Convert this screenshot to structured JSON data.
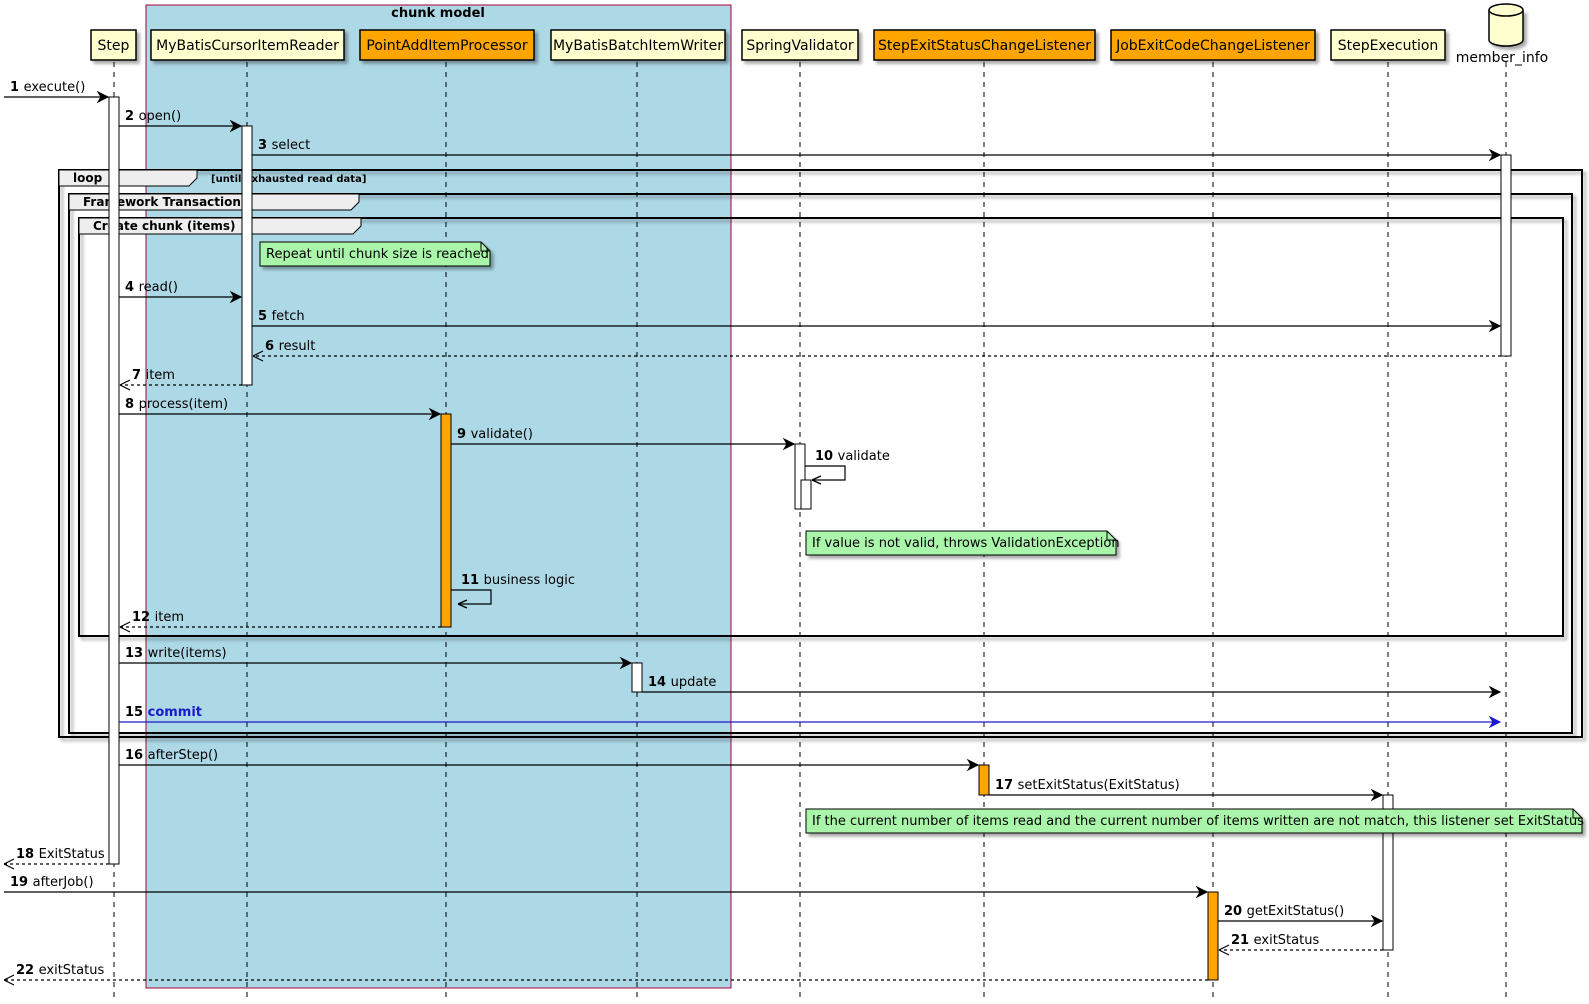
{
  "group": {
    "title": "chunk model",
    "color": "#add8e6",
    "border": "#a80036"
  },
  "participants": [
    {
      "id": "step",
      "label": "Step",
      "fill": "#fefece"
    },
    {
      "id": "reader",
      "label": "MyBatisCursorItemReader",
      "fill": "#fefece"
    },
    {
      "id": "processor",
      "label": "PointAddItemProcessor",
      "fill": "#ffa500"
    },
    {
      "id": "writer",
      "label": "MyBatisBatchItemWriter",
      "fill": "#fefece"
    },
    {
      "id": "validator",
      "label": "SpringValidator",
      "fill": "#fefece"
    },
    {
      "id": "stepListener",
      "label": "StepExitStatusChangeListener",
      "fill": "#ffa500"
    },
    {
      "id": "jobListener",
      "label": "JobExitCodeChangeListener",
      "fill": "#ffa500"
    },
    {
      "id": "stepExecution",
      "label": "StepExecution",
      "fill": "#fefece"
    },
    {
      "id": "db",
      "label": "member_info",
      "fill": "#fefece",
      "kind": "database"
    }
  ],
  "frames": [
    {
      "id": "loop",
      "label": "loop",
      "condition": "[until exhausted read data]"
    },
    {
      "id": "tx",
      "label": "Framework Transaction",
      "condition": ""
    },
    {
      "id": "chunk",
      "label": "Create chunk (items)",
      "condition": ""
    }
  ],
  "notes": [
    {
      "id": "note-repeat",
      "text": "Repeat until chunk size is reached"
    },
    {
      "id": "note-validation",
      "text": "If value is not valid, throws ValidationException"
    },
    {
      "id": "note-exitstatus",
      "text": "If the current number of items read and the current number of items written are not match, this listener set ExitStatus"
    }
  ],
  "note_color": "#a9f5a9",
  "messages": [
    {
      "n": "1",
      "label": "execute()",
      "from": "start",
      "to": "step",
      "dashed": false
    },
    {
      "n": "2",
      "label": "open()",
      "from": "step",
      "to": "reader",
      "dashed": false
    },
    {
      "n": "3",
      "label": "select",
      "from": "reader",
      "to": "db",
      "dashed": false
    },
    {
      "n": "4",
      "label": "read()",
      "from": "step",
      "to": "reader",
      "dashed": false
    },
    {
      "n": "5",
      "label": "fetch",
      "from": "reader",
      "to": "db",
      "dashed": false
    },
    {
      "n": "6",
      "label": "result",
      "from": "db",
      "to": "reader",
      "dashed": true
    },
    {
      "n": "7",
      "label": "item",
      "from": "reader",
      "to": "step",
      "dashed": true
    },
    {
      "n": "8",
      "label": "process(item)",
      "from": "step",
      "to": "processor",
      "dashed": false
    },
    {
      "n": "9",
      "label": "validate()",
      "from": "processor",
      "to": "validator",
      "dashed": false
    },
    {
      "n": "10",
      "label": "validate",
      "from": "validator",
      "to": "validator",
      "dashed": false
    },
    {
      "n": "11",
      "label": "business logic",
      "from": "processor",
      "to": "processor",
      "dashed": false
    },
    {
      "n": "12",
      "label": "item",
      "from": "processor",
      "to": "step",
      "dashed": true
    },
    {
      "n": "13",
      "label": "write(items)",
      "from": "step",
      "to": "writer",
      "dashed": false
    },
    {
      "n": "14",
      "label": "update",
      "from": "writer",
      "to": "db",
      "dashed": false
    },
    {
      "n": "15",
      "label": "commit",
      "from": "step",
      "to": "db",
      "dashed": false,
      "color": "#1a1acc"
    },
    {
      "n": "16",
      "label": "afterStep()",
      "from": "step",
      "to": "stepListener",
      "dashed": false
    },
    {
      "n": "17",
      "label": "setExitStatus(ExitStatus)",
      "from": "stepListener",
      "to": "stepExecution",
      "dashed": false
    },
    {
      "n": "18",
      "label": "ExitStatus",
      "from": "step",
      "to": "start",
      "dashed": true
    },
    {
      "n": "19",
      "label": "afterJob()",
      "from": "start",
      "to": "jobListener",
      "dashed": false
    },
    {
      "n": "20",
      "label": "getExitStatus()",
      "from": "jobListener",
      "to": "stepExecution",
      "dashed": false
    },
    {
      "n": "21",
      "label": "exitStatus",
      "from": "stepExecution",
      "to": "jobListener",
      "dashed": true
    },
    {
      "n": "22",
      "label": "exitStatus",
      "from": "jobListener",
      "to": "start",
      "dashed": true
    }
  ]
}
